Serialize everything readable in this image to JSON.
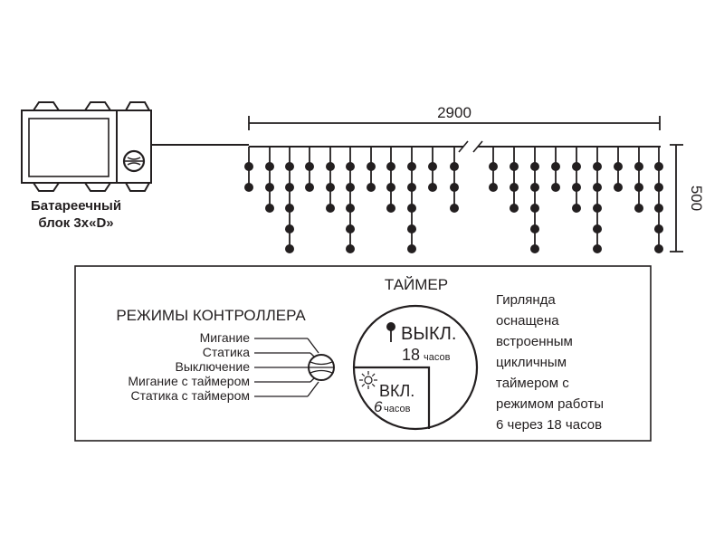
{
  "battery": {
    "line1": "Батареечный",
    "line2": "блок 3х«D»"
  },
  "dimensions": {
    "length": "2900",
    "drop": "500"
  },
  "controller": {
    "title": "РЕЖИМЫ КОНТРОЛЛЕРА",
    "modes": [
      "Мигание",
      "Статика",
      "Выключение",
      "Мигание с таймером",
      "Статика с таймером"
    ]
  },
  "timer": {
    "title": "ТАЙМЕР",
    "off_label": "ВЫКЛ.",
    "off_hours": "18",
    "off_unit": "часов",
    "on_label": "ВКЛ.",
    "on_hours": "6",
    "on_unit": "часов"
  },
  "description": {
    "lines": [
      "Гирлянда",
      "оснащена",
      "встроенным",
      "цикличным",
      "таймером с",
      "режимом работы",
      "6 через 18 часов"
    ]
  },
  "colors": {
    "ink": "#231f20",
    "background": "#ffffff"
  }
}
